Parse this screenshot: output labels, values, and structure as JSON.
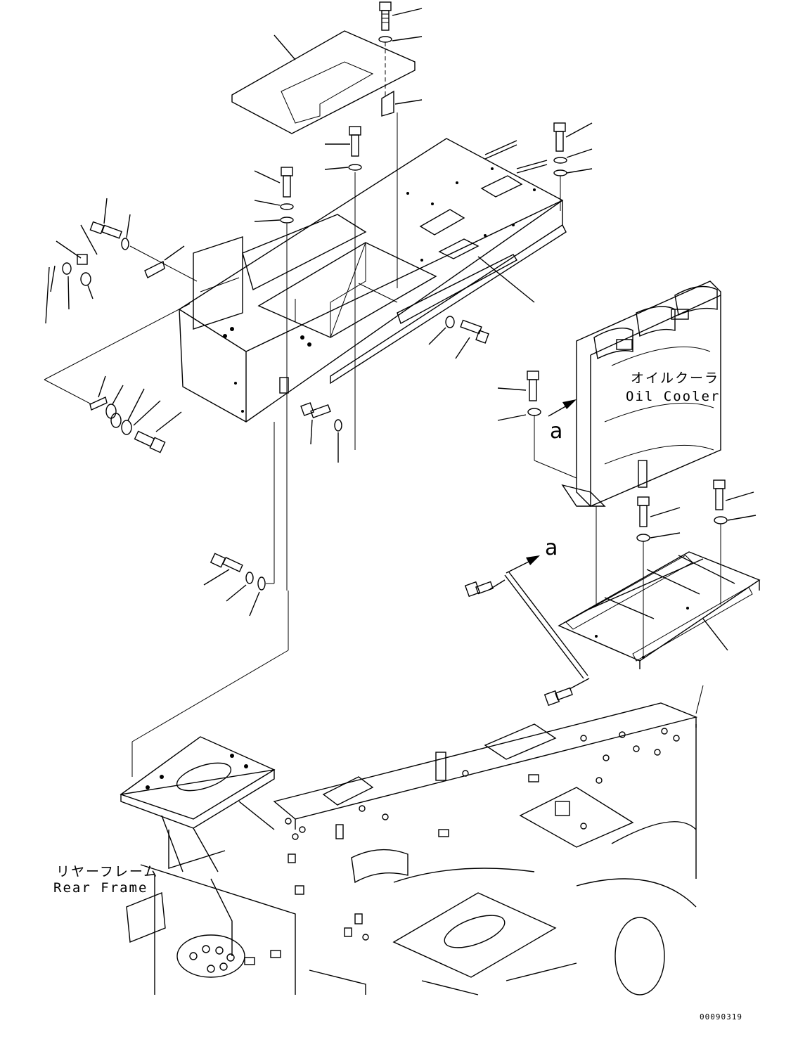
{
  "labels": {
    "oil_cooler_jp": "オイルクーラ",
    "oil_cooler_en": "Oil Cooler",
    "rear_frame_jp": "リヤーフレーム",
    "rear_frame_en": "Rear Frame",
    "view_ref_a_1": "a",
    "view_ref_a_2": "a",
    "drawing_number": "00090319"
  }
}
